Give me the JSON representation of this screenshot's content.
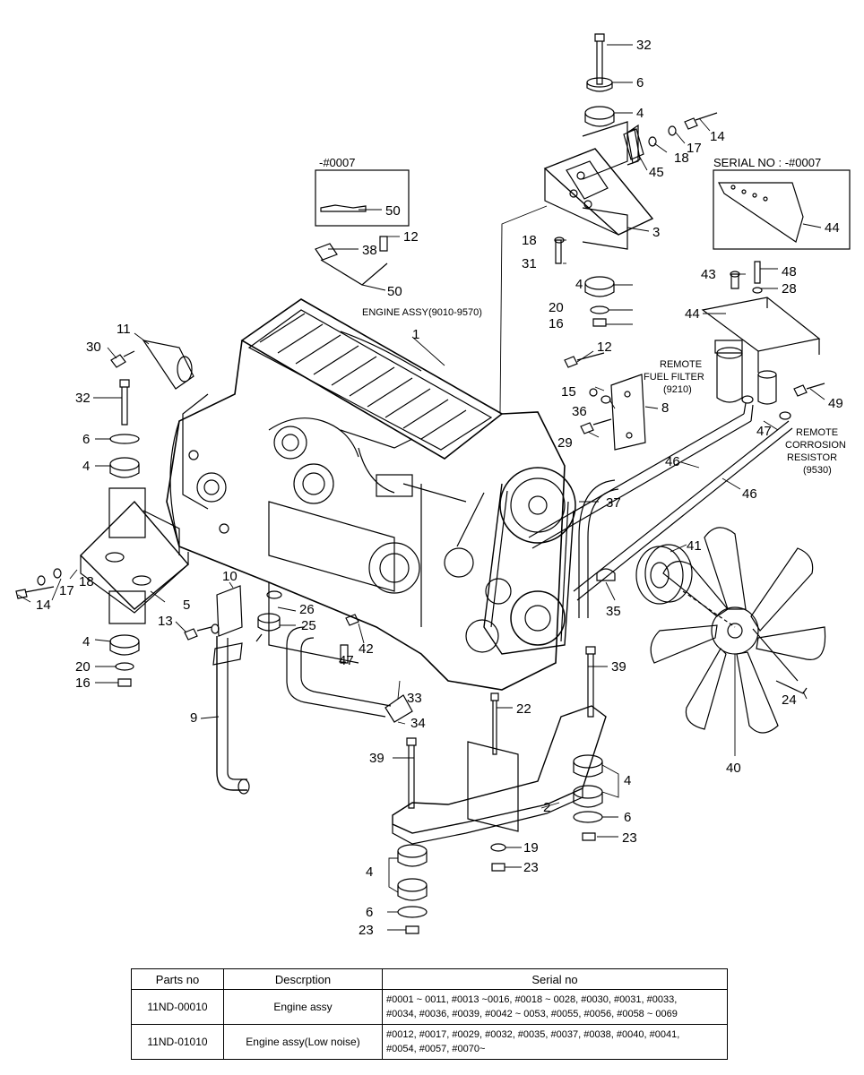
{
  "labels": {
    "l1": "1",
    "l2": "2",
    "l3": "3",
    "l4a": "4",
    "l4b": "4",
    "l4c": "4",
    "l4d": "4",
    "l4e": "4",
    "l4f": "4",
    "l5": "5",
    "l6a": "6",
    "l6b": "6",
    "l6c": "6",
    "l6d": "6",
    "l8": "8",
    "l9": "9",
    "l10": "10",
    "l11": "11",
    "l12a": "12",
    "l12b": "12",
    "l13": "13",
    "l14a": "14",
    "l14b": "14",
    "l15": "15",
    "l16a": "16",
    "l16b": "16",
    "l17a": "17",
    "l17b": "17",
    "l18a": "18",
    "l18b": "18",
    "l18c": "18",
    "l19": "19",
    "l20a": "20",
    "l20b": "20",
    "l22": "22",
    "l23a": "23",
    "l23b": "23",
    "l23c": "23",
    "l24": "24",
    "l25": "25",
    "l26": "26",
    "l28": "28",
    "l29": "29",
    "l30": "30",
    "l31": "31",
    "l32a": "32",
    "l32b": "32",
    "l33": "33",
    "l34": "34",
    "l35": "35",
    "l36": "36",
    "l37": "37",
    "l38": "38",
    "l39a": "39",
    "l39b": "39",
    "l40": "40",
    "l41": "41",
    "l42": "42",
    "l43": "43",
    "l44a": "44",
    "l44b": "44",
    "l45": "45",
    "l46a": "46",
    "l46b": "46",
    "l47a": "47",
    "l47b": "47",
    "l48": "48",
    "l49": "49",
    "l50a": "50",
    "l50b": "50"
  },
  "notes": {
    "inset_serial": "-#0007",
    "serial_header": "SERIAL NO : -#0007",
    "engine_assy": "ENGINE ASSY(9010-9570)",
    "fuel_filter_1": "REMOTE",
    "fuel_filter_2": "FUEL FILTER",
    "fuel_filter_3": "(9210)",
    "corrosion_1": "REMOTE",
    "corrosion_2": "CORROSION",
    "corrosion_3": "RESISTOR",
    "corrosion_4": "(9530)"
  },
  "table": {
    "headers": [
      "Parts no",
      "Descrption",
      "Serial no"
    ],
    "rows": [
      {
        "part": "11ND-00010",
        "desc": "Engine assy",
        "serial_1": "#0001 ~ 0011, #0013 ~0016, #0018 ~ 0028, #0030, #0031, #0033,",
        "serial_2": "#0034, #0036, #0039, #0042 ~ 0053, #0055, #0056, #0058 ~ 0069"
      },
      {
        "part": "11ND-01010",
        "desc": "Engine assy(Low noise)",
        "serial_1": "#0012, #0017, #0029, #0032, #0035, #0037, #0038, #0040, #0041,",
        "serial_2": "#0054, #0057, #0070~"
      }
    ]
  }
}
